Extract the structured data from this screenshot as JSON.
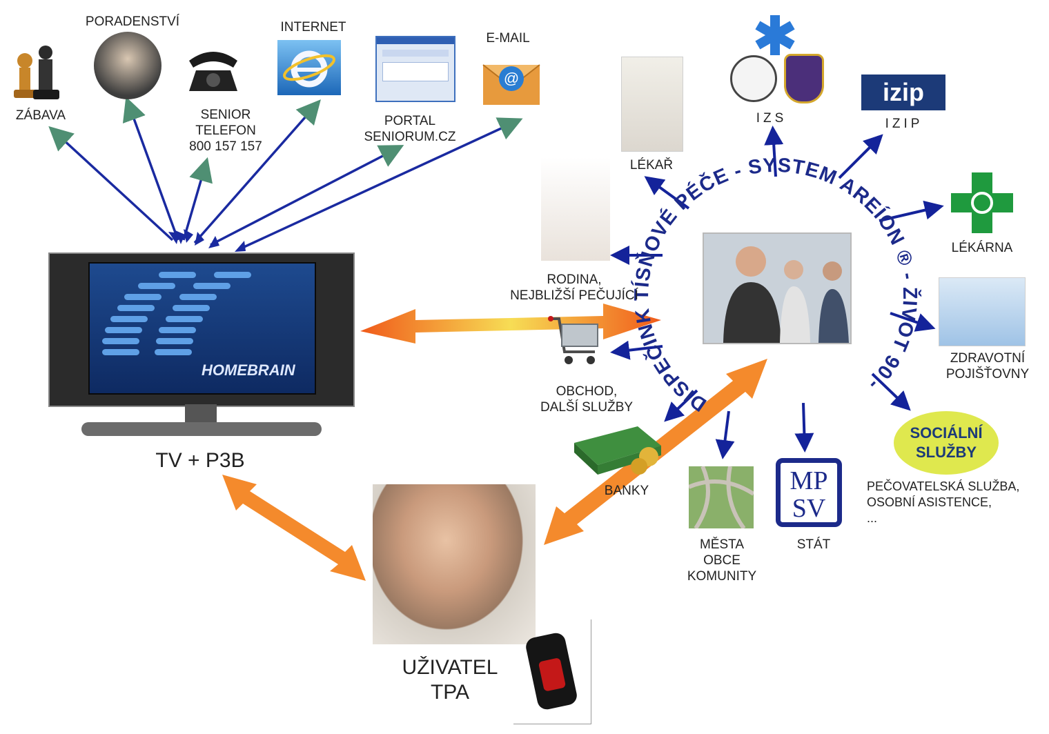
{
  "top_row": {
    "zabava": "ZÁBAVA",
    "poradenstvi": "PORADENSTVÍ",
    "senior_telefon": [
      "SENIOR",
      "TELEFON",
      "800 157 157"
    ],
    "internet": "INTERNET",
    "portal": [
      "PORTAL",
      "SENIORUM.CZ"
    ],
    "email": "E-MAIL"
  },
  "tv": {
    "label": "TV + P3B",
    "brand": "HOMEBRAIN"
  },
  "user": {
    "label": [
      "UŽIVATEL",
      "TPA"
    ]
  },
  "center": {
    "ring_text": "DISPEČINK TÍSŇOVÉ PÉČE - SYSTEM AREÍON ® - ŽIVOT 90 - "
  },
  "services": {
    "lekar": "LÉKAŘ",
    "izs": "IZS",
    "izip_logo": "izip",
    "izip": "IZIP",
    "lekarna": "LÉKÁRNA",
    "rodina": [
      "RODINA,",
      "NEJBLIŽŠÍ PEČUJÍCÍ"
    ],
    "zdravotni": [
      "ZDRAVOTNÍ",
      "POJIŠŤOVNY"
    ],
    "obchod": [
      "OBCHOD,",
      "DALŠÍ SLUŽBY"
    ],
    "banky": "BANKY",
    "mesta": [
      "MĚSTA",
      "OBCE",
      "KOMUNITY"
    ],
    "mpsv_logo": [
      "MP",
      "SV"
    ],
    "stat": "STÁT",
    "socialni_logo": [
      "SOCIÁLNÍ",
      "SLUŽBY"
    ],
    "socialni_text": [
      "PEČOVATELSKÁ SLUŽBA,",
      "OSOBNÍ ASISTENCE,",
      "..."
    ]
  },
  "colors": {
    "green_arrow": "#4f8f73",
    "navy_arrow": "#1a2aa0",
    "orange_arrow": "#f26a1b",
    "yellow_arrow": "#f5d24a",
    "ring_text": "#1c2a8a"
  }
}
